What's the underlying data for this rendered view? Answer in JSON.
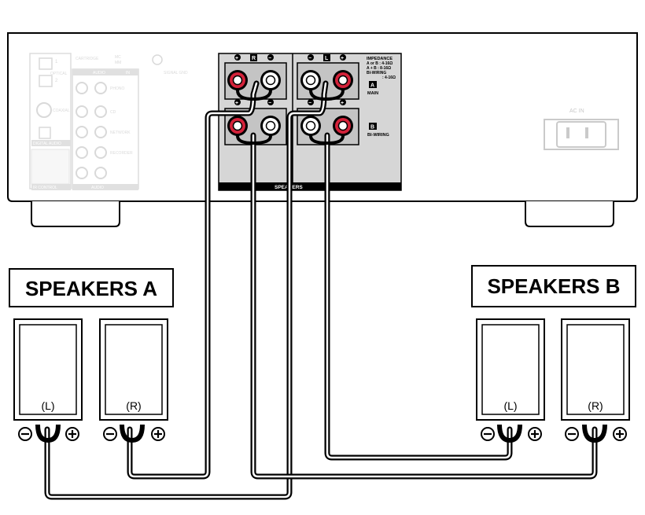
{
  "unit": {
    "faded_labels": {
      "optical": "OPTICAL",
      "cartridge": "CARTRIDGE",
      "mc": "MC",
      "mm": "MM",
      "signal_gnd": "SIGNAL GND",
      "audio_in": "AUDIO",
      "in_badge": "IN",
      "coaxial": "COAXIAL",
      "phono": "PHONO",
      "cd": "CD",
      "network": "NETWORK",
      "recorder": "RECORDER",
      "digital_audio": "DIGITAL AUDIO",
      "ir_control": "IR CONTROL",
      "audio_out": "AUDIO",
      "port1": "1",
      "port2": "2"
    },
    "terminal_panel": {
      "plus": "+",
      "minus": "−",
      "r_badge": "R",
      "l_badge": "L",
      "impedance_title": "IMPEDANCE",
      "impedance_a_or_b": "A or B : 4-16Ω",
      "impedance_a_plus_b": "A + B : 8-16Ω",
      "bi_wiring_title": "BI-WIRING",
      "bi_wiring_value": ": 4-16Ω",
      "badge_a": "A",
      "main": "MAIN",
      "badge_b": "B",
      "bi_wiring_label": "BI-WIRING",
      "speakers_strip": "SPEAKERS"
    },
    "ac_in": "AC IN"
  },
  "speakers_a": {
    "title": "SPEAKERS A",
    "left_label": "(L)",
    "right_label": "(R)"
  },
  "speakers_b": {
    "title": "SPEAKERS B",
    "left_label": "(L)",
    "right_label": "(R)"
  },
  "symbols": {
    "minus": "−",
    "plus": "+"
  }
}
